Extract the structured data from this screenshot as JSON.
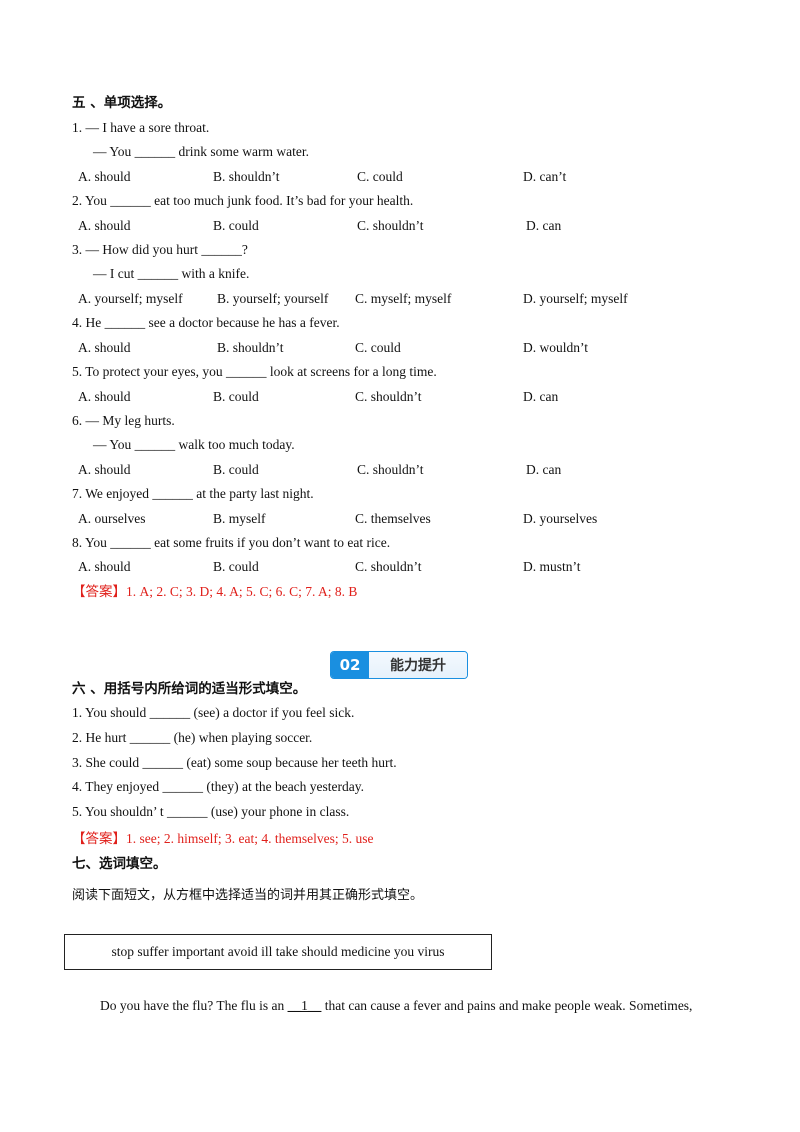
{
  "section5": {
    "heading": "五 、单项选择。",
    "questions": [
      {
        "lines": [
          "1. — I have a sore throat.",
          "— You ______ drink some warm water."
        ],
        "options": [
          "A. should",
          "B. shouldn’t",
          "C. could",
          "D. can’t"
        ]
      },
      {
        "lines": [
          "2. You ______ eat too much junk food. It’s bad for your health."
        ],
        "options": [
          "A. should",
          "B. could",
          "C. shouldn’t",
          "D. can"
        ]
      },
      {
        "lines": [
          "3. — How did you hurt ______?",
          "— I cut ______ with a knife."
        ],
        "options": [
          "A. yourself; myself",
          "B. yourself; yourself",
          "C. myself; myself",
          "D. yourself; myself"
        ]
      },
      {
        "lines": [
          "4. He ______ see a doctor because he has a fever."
        ],
        "options": [
          "A. should",
          "B. shouldn’t",
          "C. could",
          "D. wouldn’t"
        ]
      },
      {
        "lines": [
          "5. To protect your eyes, you ______ look at screens for a long time."
        ],
        "options": [
          "A. should",
          "B. could",
          "C. shouldn’t",
          "D. can"
        ]
      },
      {
        "lines": [
          "6. — My leg hurts.",
          "— You ______ walk too much today."
        ],
        "options": [
          "A. should",
          "B. could",
          "C. shouldn’t",
          "D. can"
        ]
      },
      {
        "lines": [
          "7. We enjoyed ______ at the party last night."
        ],
        "options": [
          "A. ourselves",
          "B. myself",
          "C. themselves",
          "D. yourselves"
        ]
      },
      {
        "lines": [
          "8. You ______ eat some fruits if you don’t want to eat rice."
        ],
        "options": [
          "A. should",
          "B. could",
          "C. shouldn’t",
          "D. mustn’t"
        ]
      }
    ],
    "answer_tag": "【答案】",
    "answer_text": "1. A;  2. C;  3. D;  4. A;  5. C;  6. C;  7. A;  8. B"
  },
  "banner": {
    "number": "02",
    "title": "能力提升"
  },
  "section6": {
    "heading": "六 、用括号内所给词的适当形式填空。",
    "items": [
      "1.  You  should  ______  (see)  a  doctor  if  you  feel  sick.",
      "2.  He  hurt  ______  (he)  when  playing  soccer.",
      "3.  She  could  ______  (eat)  some  soup  because  her  teeth  hurt.",
      "4.  They  enjoyed  ______  (they)  at  the  beach  yesterday.",
      "5.  You  shouldn’ t  ______  (use)  your  phone  in  class."
    ],
    "answer_tag": "【答案】",
    "answer_text": "1. see;  2. himself;  3. eat;  4. themselves;  5. use"
  },
  "section7": {
    "heading": "七、选词填空。",
    "instruction": "阅读下面短文，从方框中选择适当的词并用其正确形式填空。",
    "word_box": "stop   suffer   important   avoid   ill   take   should   medicine   you   virus",
    "passage_start": "Do you have the flu? The flu is an ",
    "blank": "__1__",
    "passage_end": " that can cause a fever and pains and make people weak. Sometimes,"
  }
}
